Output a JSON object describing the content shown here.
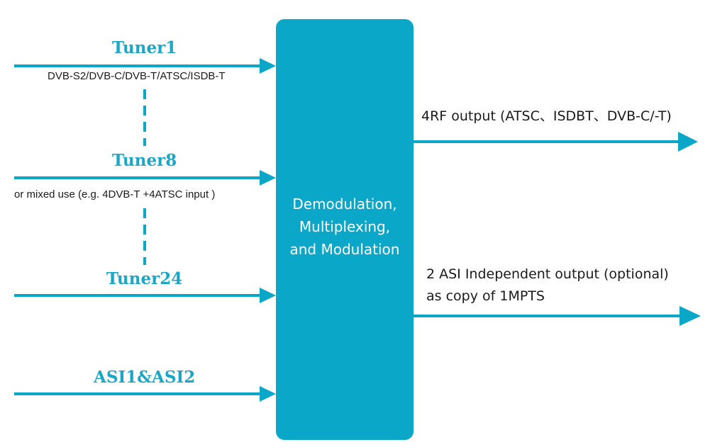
{
  "colors": {
    "accent": "#0ba7c9",
    "label": "#1aa6c6",
    "text": "#1a1a1a",
    "box_text": "#ffffff"
  },
  "inputs": [
    {
      "label": "Tuner1",
      "note": "DVB-S2/DVB-C/DVB-T/ATSC/ISDB-T"
    },
    {
      "label": "Tuner8",
      "note": "or mixed use (e.g. 4DVB-T +4ATSC input )"
    },
    {
      "label": "Tuner24",
      "note": ""
    },
    {
      "label": "ASI1&ASI2",
      "note": ""
    }
  ],
  "center_box": {
    "lines": [
      "Demodulation,",
      "Multiplexing,",
      "and Modulation"
    ]
  },
  "outputs": [
    {
      "lines": [
        "4RF output (ATSC、ISDBT、DVB-C/-T)"
      ]
    },
    {
      "lines": [
        "2 ASI Independent output (optional)",
        "as copy of 1MPTS"
      ]
    }
  ]
}
